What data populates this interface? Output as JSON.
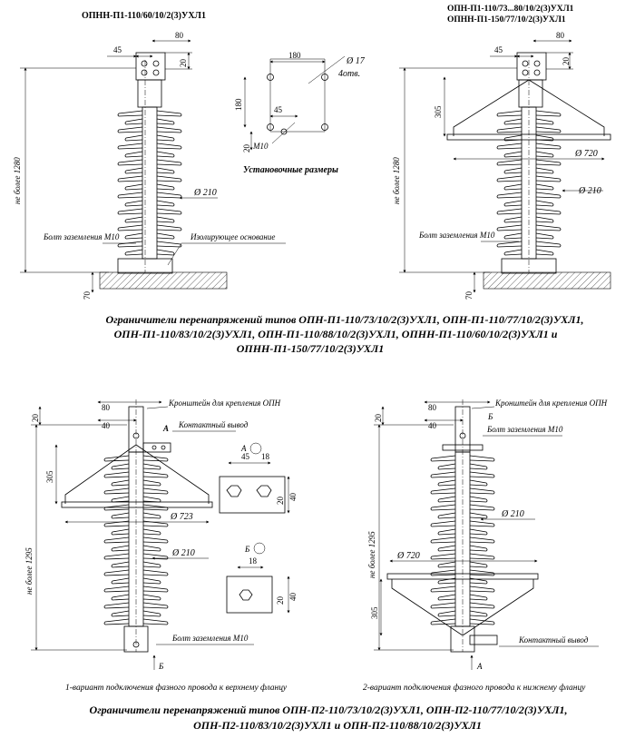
{
  "top_left": {
    "title": "ОПНН-П1-110/60/10/2(3)УХЛ1",
    "dim_45": "45",
    "dim_80": "80",
    "dim_20": "20",
    "height": "не более 1280",
    "diam": "Ø 210",
    "ground_bolt": "Болт заземления М10",
    "insulating_base": "Изолирующее основание",
    "dim_70": "70"
  },
  "mount": {
    "dim_180_h": "180",
    "dim_180_v": "180",
    "hole_diam": "Ø 17",
    "holes": "4отв.",
    "dim_45": "45",
    "dim_20": "20",
    "bolt": "М10",
    "caption": "Установочные размеры"
  },
  "top_right": {
    "title1": "ОПН-П1-110/73...80/10/2(3)УХЛ1",
    "title2": "ОПНН-П1-150/77/10/2(3)УХЛ1",
    "dim_45": "45",
    "dim_80": "80",
    "dim_20": "20",
    "dim_305": "305",
    "height": "не более 1280",
    "diam_ring": "Ø 720",
    "diam": "Ø 210",
    "ground_bolt": "Болт заземления М10",
    "dim_70": "70"
  },
  "caption_top": {
    "line1": "Ограничители перенапряжений типов ОПН-П1-110/73/10/2(3)УХЛ1, ОПН-П1-110/77/10/2(3)УХЛ1,",
    "line2": "ОПН-П1-110/83/10/2(3)УХЛ1, ОПН-П1-110/88/10/2(3)УХЛ1,   ОПНН-П1-110/60/10/2(3)УХЛ1 и",
    "line3": "ОПНН-П1-150/77/10/2(3)УХЛ1"
  },
  "bottom_left": {
    "dim_20": "20",
    "dim_80": "80",
    "dim_40": "40",
    "bracket": "Кронштейн для крепления ОПН",
    "terminal": "Контактный вывод",
    "dim_305": "305",
    "height": "не более 1295",
    "diam_ring": "Ø 723",
    "diam": "Ø 210",
    "ground_bolt": "Болт заземления М10",
    "mark_a": "А",
    "mark_b": "Б",
    "caption": "1-вариант подключения фазного провода к верхнему фланцу"
  },
  "view_a": {
    "label": "А",
    "dim_45": "45",
    "dim_18": "18",
    "dim_20": "20",
    "dim_40": "40"
  },
  "view_b": {
    "label": "Б",
    "dim_18": "18",
    "dim_20": "20",
    "dim_40": "40"
  },
  "bottom_right": {
    "dim_20": "20",
    "dim_80": "80",
    "dim_40": "40",
    "bracket": "Кронштейн для крепления ОПН",
    "ground_bolt": "Болт заземления М10",
    "height": "не более 1295",
    "diam": "Ø 210",
    "diam_ring": "Ø 720",
    "dim_305": "305",
    "terminal": "Контактный вывод",
    "mark_a": "А",
    "mark_b": "Б",
    "caption": "2-вариант подключения фазного провода к нижнему фланцу"
  },
  "caption_bottom": {
    "line1": "Ограничители перенапряжений типов ОПН-П2-110/73/10/2(3)УХЛ1, ОПН-П2-110/77/10/2(3)УХЛ1,",
    "line2": "ОПН-П2-110/83/10/2(3)УХЛ1 и ОПН-П2-110/88/10/2(3)УХЛ1"
  }
}
